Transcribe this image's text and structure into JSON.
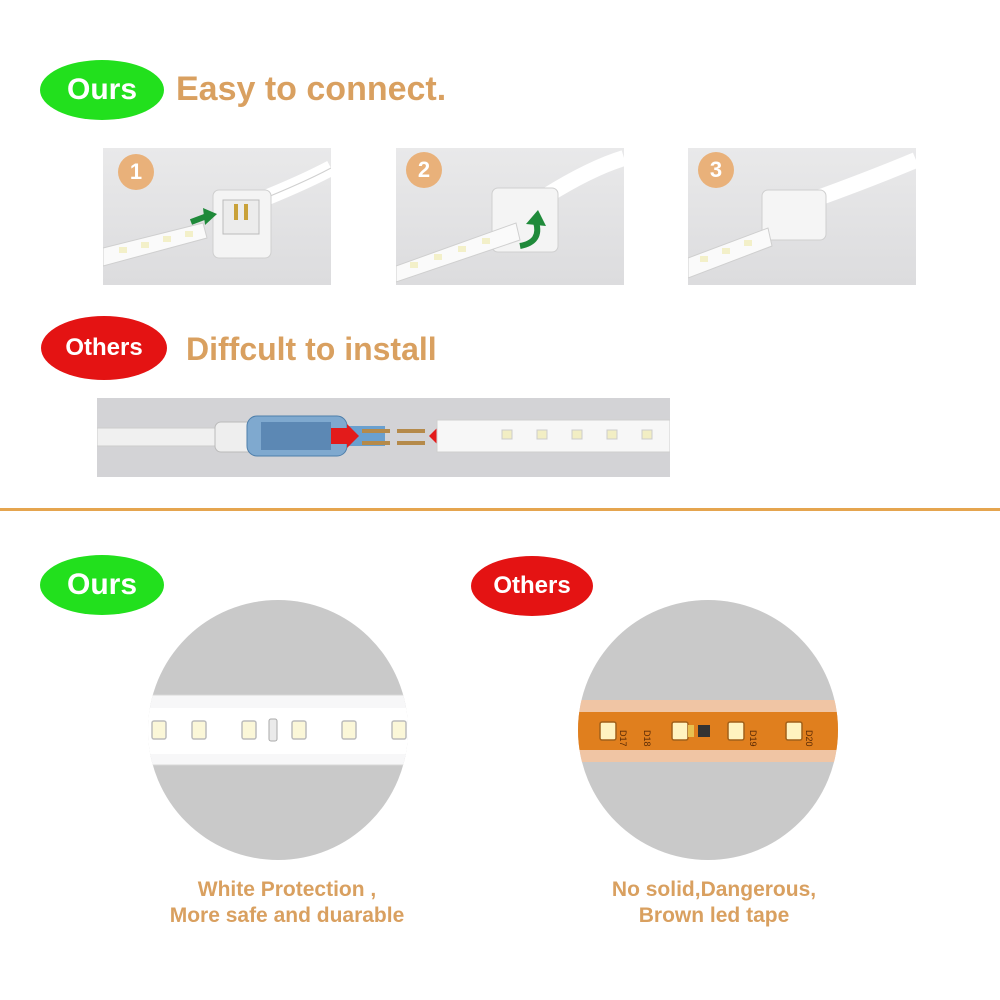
{
  "top": {
    "ours_label": "Ours",
    "ours_headline": "Easy to connect.",
    "steps": [
      "1",
      "2",
      "3"
    ],
    "others_label": "Others",
    "others_headline": "Diffcult to install"
  },
  "bottom": {
    "ours_label": "Ours",
    "others_label": "Others",
    "ours_caption_line1": "White Protection ,",
    "ours_caption_line2": "More safe and duarable",
    "others_caption_line1": "No solid,Dangerous,",
    "others_caption_line2": "Brown led tape",
    "others_strip_marks": [
      "D17",
      "D18",
      "D19",
      "D20"
    ]
  },
  "colors": {
    "ours_green": "#22e01d",
    "others_red": "#e41313",
    "headline_tan": "#d9a060",
    "divider_orange": "#e5a54f"
  }
}
